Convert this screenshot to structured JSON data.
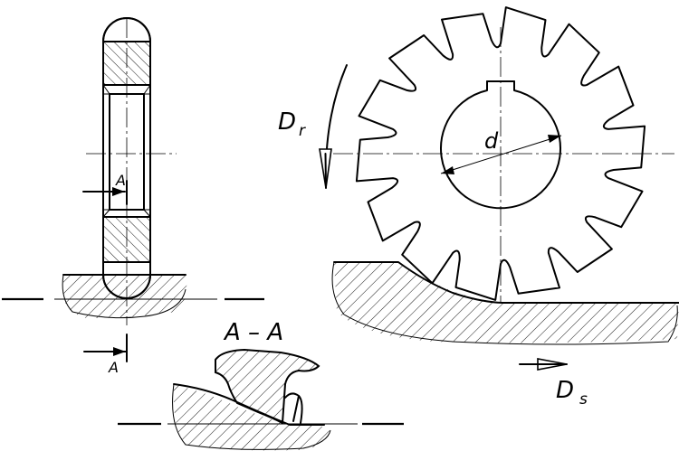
{
  "labels": {
    "rotation": "D",
    "rotation_sub": "r",
    "feed": "D",
    "feed_sub": "s",
    "diameter": "d",
    "section": "A – A",
    "section_mark_top": "A",
    "section_mark_bottom": "A"
  }
}
